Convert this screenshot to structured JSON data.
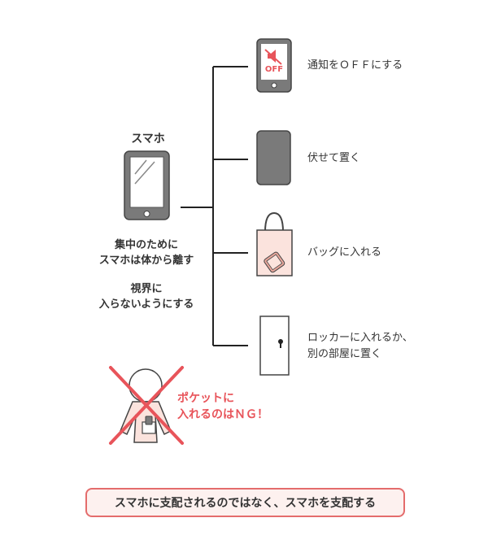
{
  "phone": {
    "title": "スマホ"
  },
  "left_notes": {
    "note1_line1": "集中のために",
    "note1_line2": "スマホは体から離す",
    "note2_line1": "視界に",
    "note2_line2": "入らないようにする"
  },
  "options": [
    {
      "label": "通知をＯＦＦにする",
      "icon": "muted-phone-icon",
      "badge": "OFF"
    },
    {
      "label": "伏せて置く",
      "icon": "face-down-phone-icon"
    },
    {
      "label": "バッグに入れる",
      "icon": "bag-icon"
    },
    {
      "label_line1": "ロッカーに入れるか、",
      "label_line2": "別の部屋に置く",
      "icon": "locker-icon"
    }
  ],
  "ng": {
    "line1": "ポケットに",
    "line2": "入れるのはＮＧ！"
  },
  "bottom": {
    "text": "スマホに支配されるのではなく、スマホを支配する"
  },
  "colors": {
    "accent": "#e8545a",
    "gray": "#7a7a7a",
    "box_bg": "#fdf1ef",
    "bag_fill": "#fbe3dd"
  }
}
